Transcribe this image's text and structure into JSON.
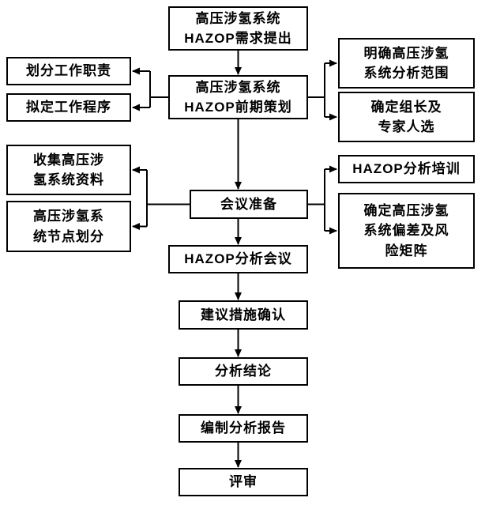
{
  "diagram": {
    "type": "flowchart",
    "language": "zh-CN",
    "colors": {
      "line": "#000000",
      "box_border": "#000000",
      "box_background": "#ffffff",
      "text": "#000000"
    }
  },
  "boxes": {
    "demand": {
      "label": "高压涉氢系统\nHAZOP需求提出"
    },
    "planning": {
      "label": "高压涉氢系统\nHAZOP前期策划"
    },
    "duty": {
      "label": "划分工作职责"
    },
    "procedure": {
      "label": "拟定工作程序"
    },
    "scope": {
      "label": "明确高压涉氢\n系统分析范围"
    },
    "leader": {
      "label": "确定组长及\n专家人选"
    },
    "collect": {
      "label": "收集高压涉\n氢系统资料"
    },
    "nodes": {
      "label": "高压涉氢系\n统节点划分"
    },
    "meeting_prep": {
      "label": "会议准备"
    },
    "training": {
      "label": "HAZOP分析培训"
    },
    "deviation": {
      "label": "确定高压涉氢\n系统偏差及风\n险矩阵"
    },
    "analysis_meeting": {
      "label": "HAZOP分析会议"
    },
    "measures": {
      "label": "建议措施确认"
    },
    "conclusion": {
      "label": "分析结论"
    },
    "report": {
      "label": "编制分析报告"
    },
    "review": {
      "label": "评审"
    }
  },
  "edges": [
    {
      "from": "demand",
      "to": "planning"
    },
    {
      "from": "planning",
      "to": "duty"
    },
    {
      "from": "planning",
      "to": "procedure"
    },
    {
      "from": "planning",
      "to": "scope"
    },
    {
      "from": "planning",
      "to": "leader"
    },
    {
      "from": "planning",
      "to": "meeting_prep"
    },
    {
      "from": "meeting_prep",
      "to": "collect"
    },
    {
      "from": "meeting_prep",
      "to": "nodes"
    },
    {
      "from": "meeting_prep",
      "to": "training"
    },
    {
      "from": "meeting_prep",
      "to": "deviation"
    },
    {
      "from": "meeting_prep",
      "to": "analysis_meeting"
    },
    {
      "from": "analysis_meeting",
      "to": "measures"
    },
    {
      "from": "measures",
      "to": "conclusion"
    },
    {
      "from": "conclusion",
      "to": "report"
    },
    {
      "from": "report",
      "to": "review"
    }
  ]
}
